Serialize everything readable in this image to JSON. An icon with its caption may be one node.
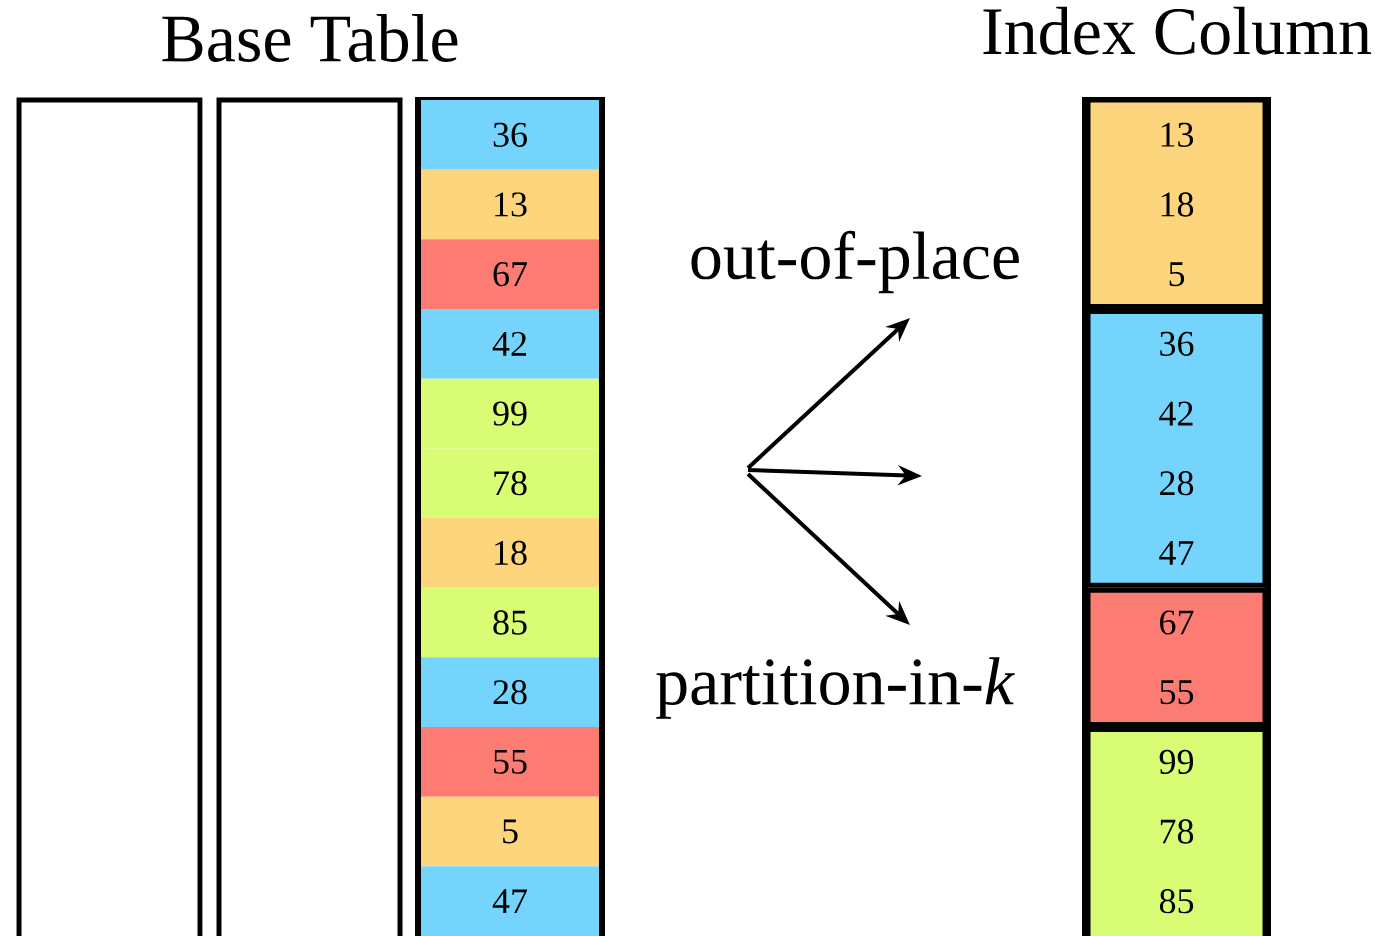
{
  "diagram": {
    "nodes": [
      {
        "text": [],
        "shape": "box"
      },
      {
        "text": [],
        "shape": "box"
      },
      {
        "text": [],
        "shape": "box"
      },
      {
        "text": [
          "36"
        ],
        "in": 2
      },
      {
        "text": [
          "13"
        ],
        "in": 2
      },
      {
        "text": [
          "67"
        ],
        "in": 2
      },
      {
        "text": [
          "42"
        ],
        "in": 2
      },
      {
        "text": [
          "99"
        ],
        "in": 2
      },
      {
        "text": [
          "78"
        ],
        "in": 2
      },
      {
        "text": [
          "18"
        ],
        "in": 2
      },
      {
        "text": [
          "85"
        ],
        "in": 2
      },
      {
        "text": [
          "28"
        ],
        "in": 2
      },
      {
        "text": [
          "55"
        ],
        "in": 2
      },
      {
        "text": [
          "5"
        ],
        "in": 2
      },
      {
        "text": [
          "47"
        ],
        "in": 2
      },
      {
        "text": [
          "Index Column"
        ]
      },
      {
        "text": [],
        "shape": "box",
        "in": 15
      },
      {
        "text": [
          "13"
        ],
        "in": 16
      },
      {
        "text": [
          "18"
        ],
        "in": 16
      },
      {
        "text": [
          "5"
        ],
        "in": 16
      },
      {
        "text": [],
        "shape": "box",
        "in": 15
      },
      {
        "text": [
          "36"
        ],
        "in": 20
      },
      {
        "text": [
          "42"
        ],
        "in": 20
      },
      {
        "text": [
          "28"
        ],
        "in": 20
      },
      {
        "text": [
          "47"
        ],
        "in": 20
      },
      {
        "text": [],
        "shape": "box",
        "in": 15
      },
      {
        "text": [
          "67"
        ],
        "in": 25
      },
      {
        "text": [
          "55"
        ],
        "in": 25
      },
      {
        "text": [],
        "shape": "box",
        "in": 15
      },
      {
        "text": [
          "99"
        ],
        "in": 28
      },
      {
        "text": [
          "78"
        ],
        "in": 28
      },
      {
        "text": [
          "85"
        ],
        "in": 28
      }
    ],
    "labels": [
      "Base Table",
      "out-of-place",
      "partition-in-*k*"
    ]
  }
}
